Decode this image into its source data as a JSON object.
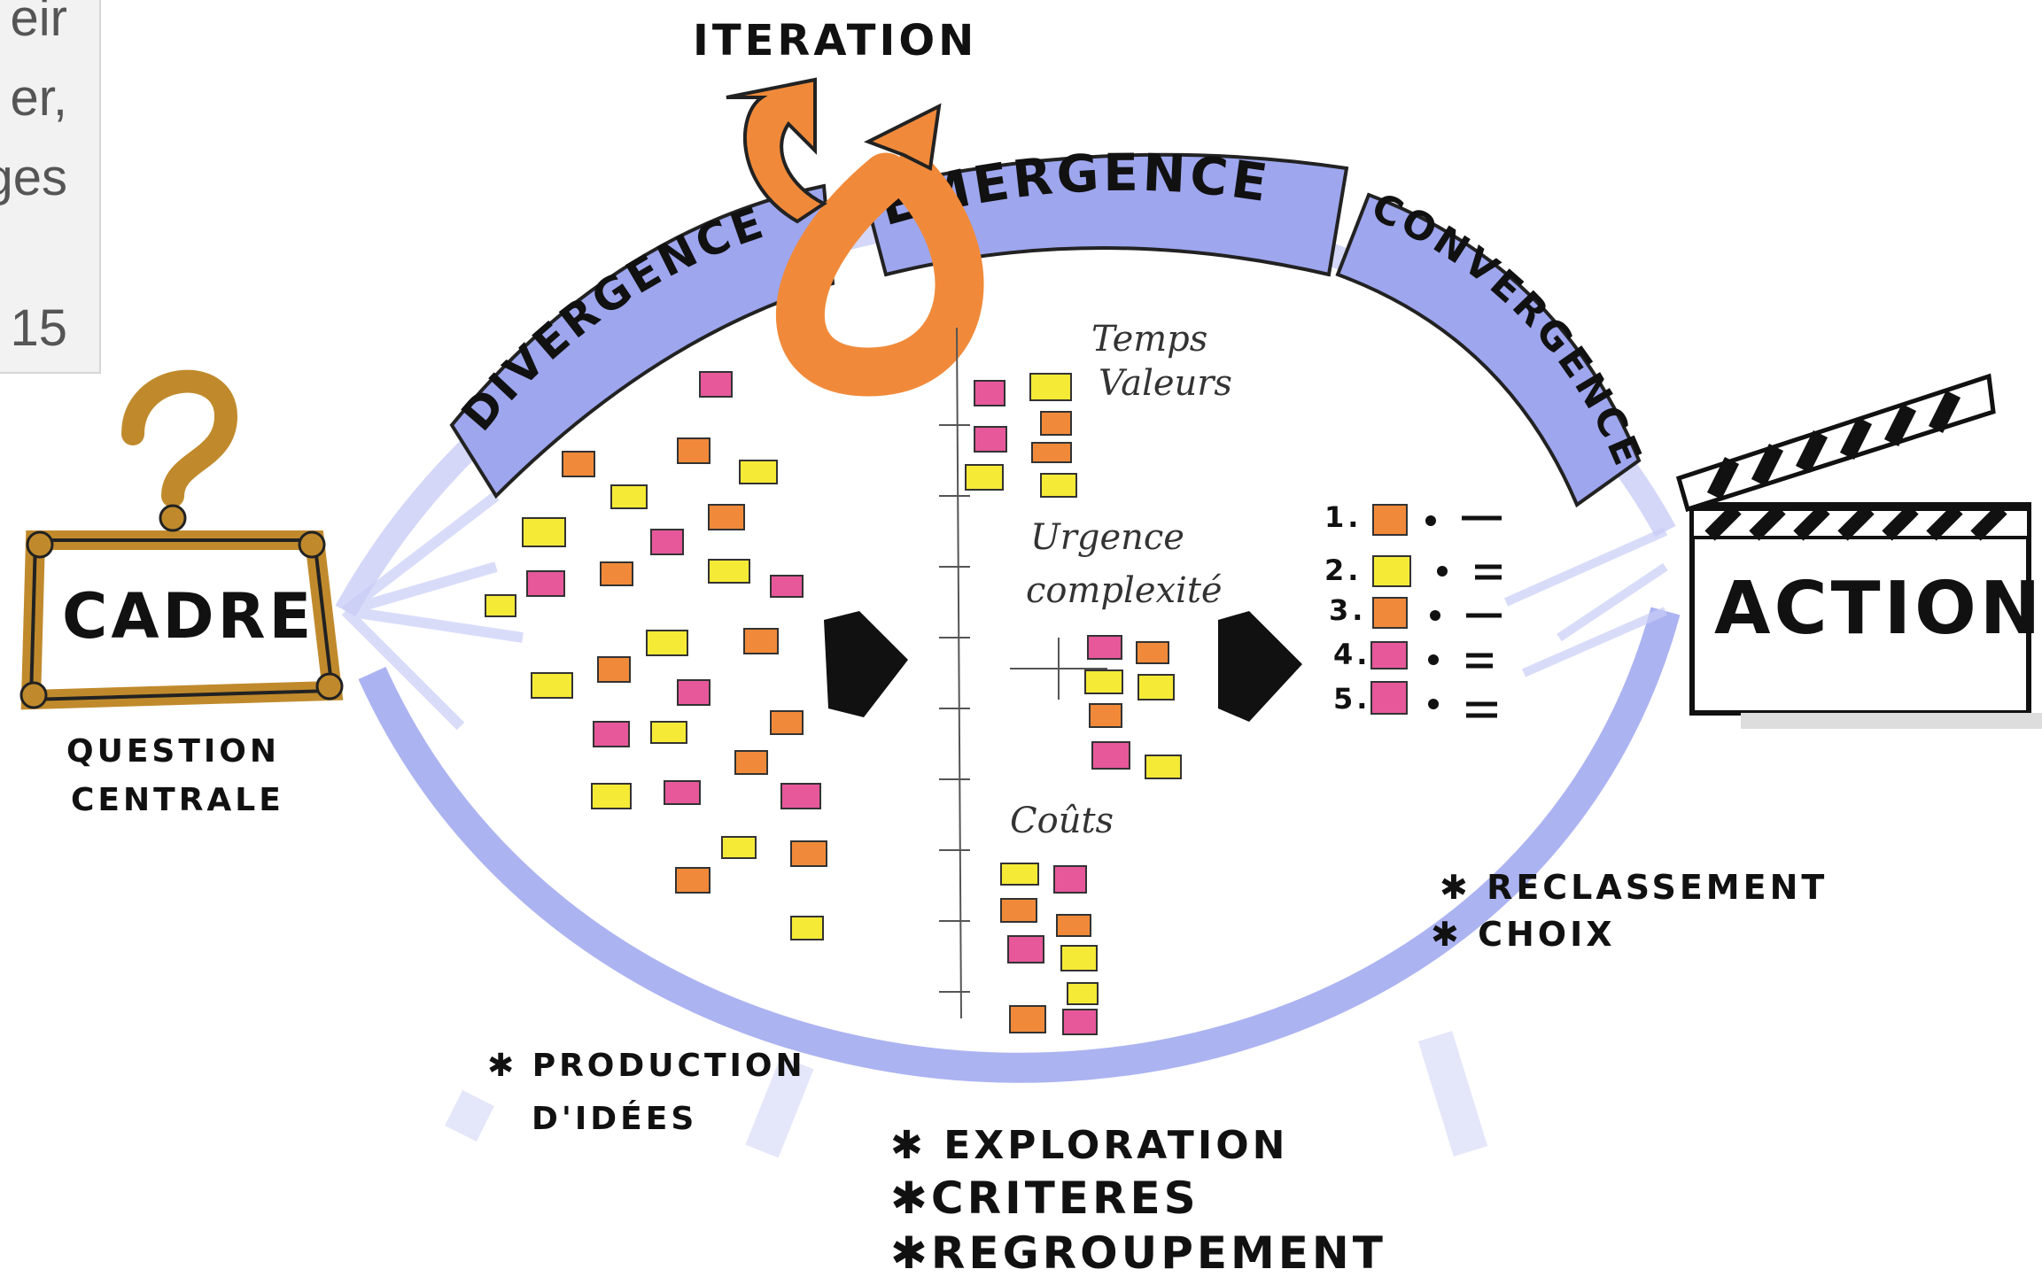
{
  "clipped_text": [
    "eir",
    "er,",
    "ges",
    "15"
  ],
  "iteration_label": "ITERATION",
  "phases": {
    "divergence": "DIVERGENCE",
    "emergence": "EMERGENCE",
    "convergence": "CONVERGENCE"
  },
  "cadre": {
    "label": "CADRE",
    "caption_line1": "QUESTION",
    "caption_line2": "CENTRALE"
  },
  "action": {
    "label": "ACTION"
  },
  "criteria": {
    "temps": "Temps",
    "valeurs": "Valeurs",
    "urgence": "Urgence",
    "complexite": "complexité",
    "couts": "Coûts"
  },
  "ranking": [
    "1.",
    "2.",
    "3.",
    "4.",
    "5."
  ],
  "notes": {
    "production_line1": "PRODUCTION",
    "production_line2": "D'IDÉES",
    "exploration": "EXPLORATION",
    "criteres": "CRITERES",
    "regroupement": "REGROUPEMENT",
    "reclassement": "RECLASSEMENT",
    "choix": "CHOIX"
  },
  "colors": {
    "band": "#9ea6ee",
    "band_light": "#c9cdf6",
    "gold": "#c08a2c",
    "orange": "#f08a3a",
    "pink": "#e6589a",
    "yellow": "#f5ea36",
    "arrow": "#111111"
  }
}
